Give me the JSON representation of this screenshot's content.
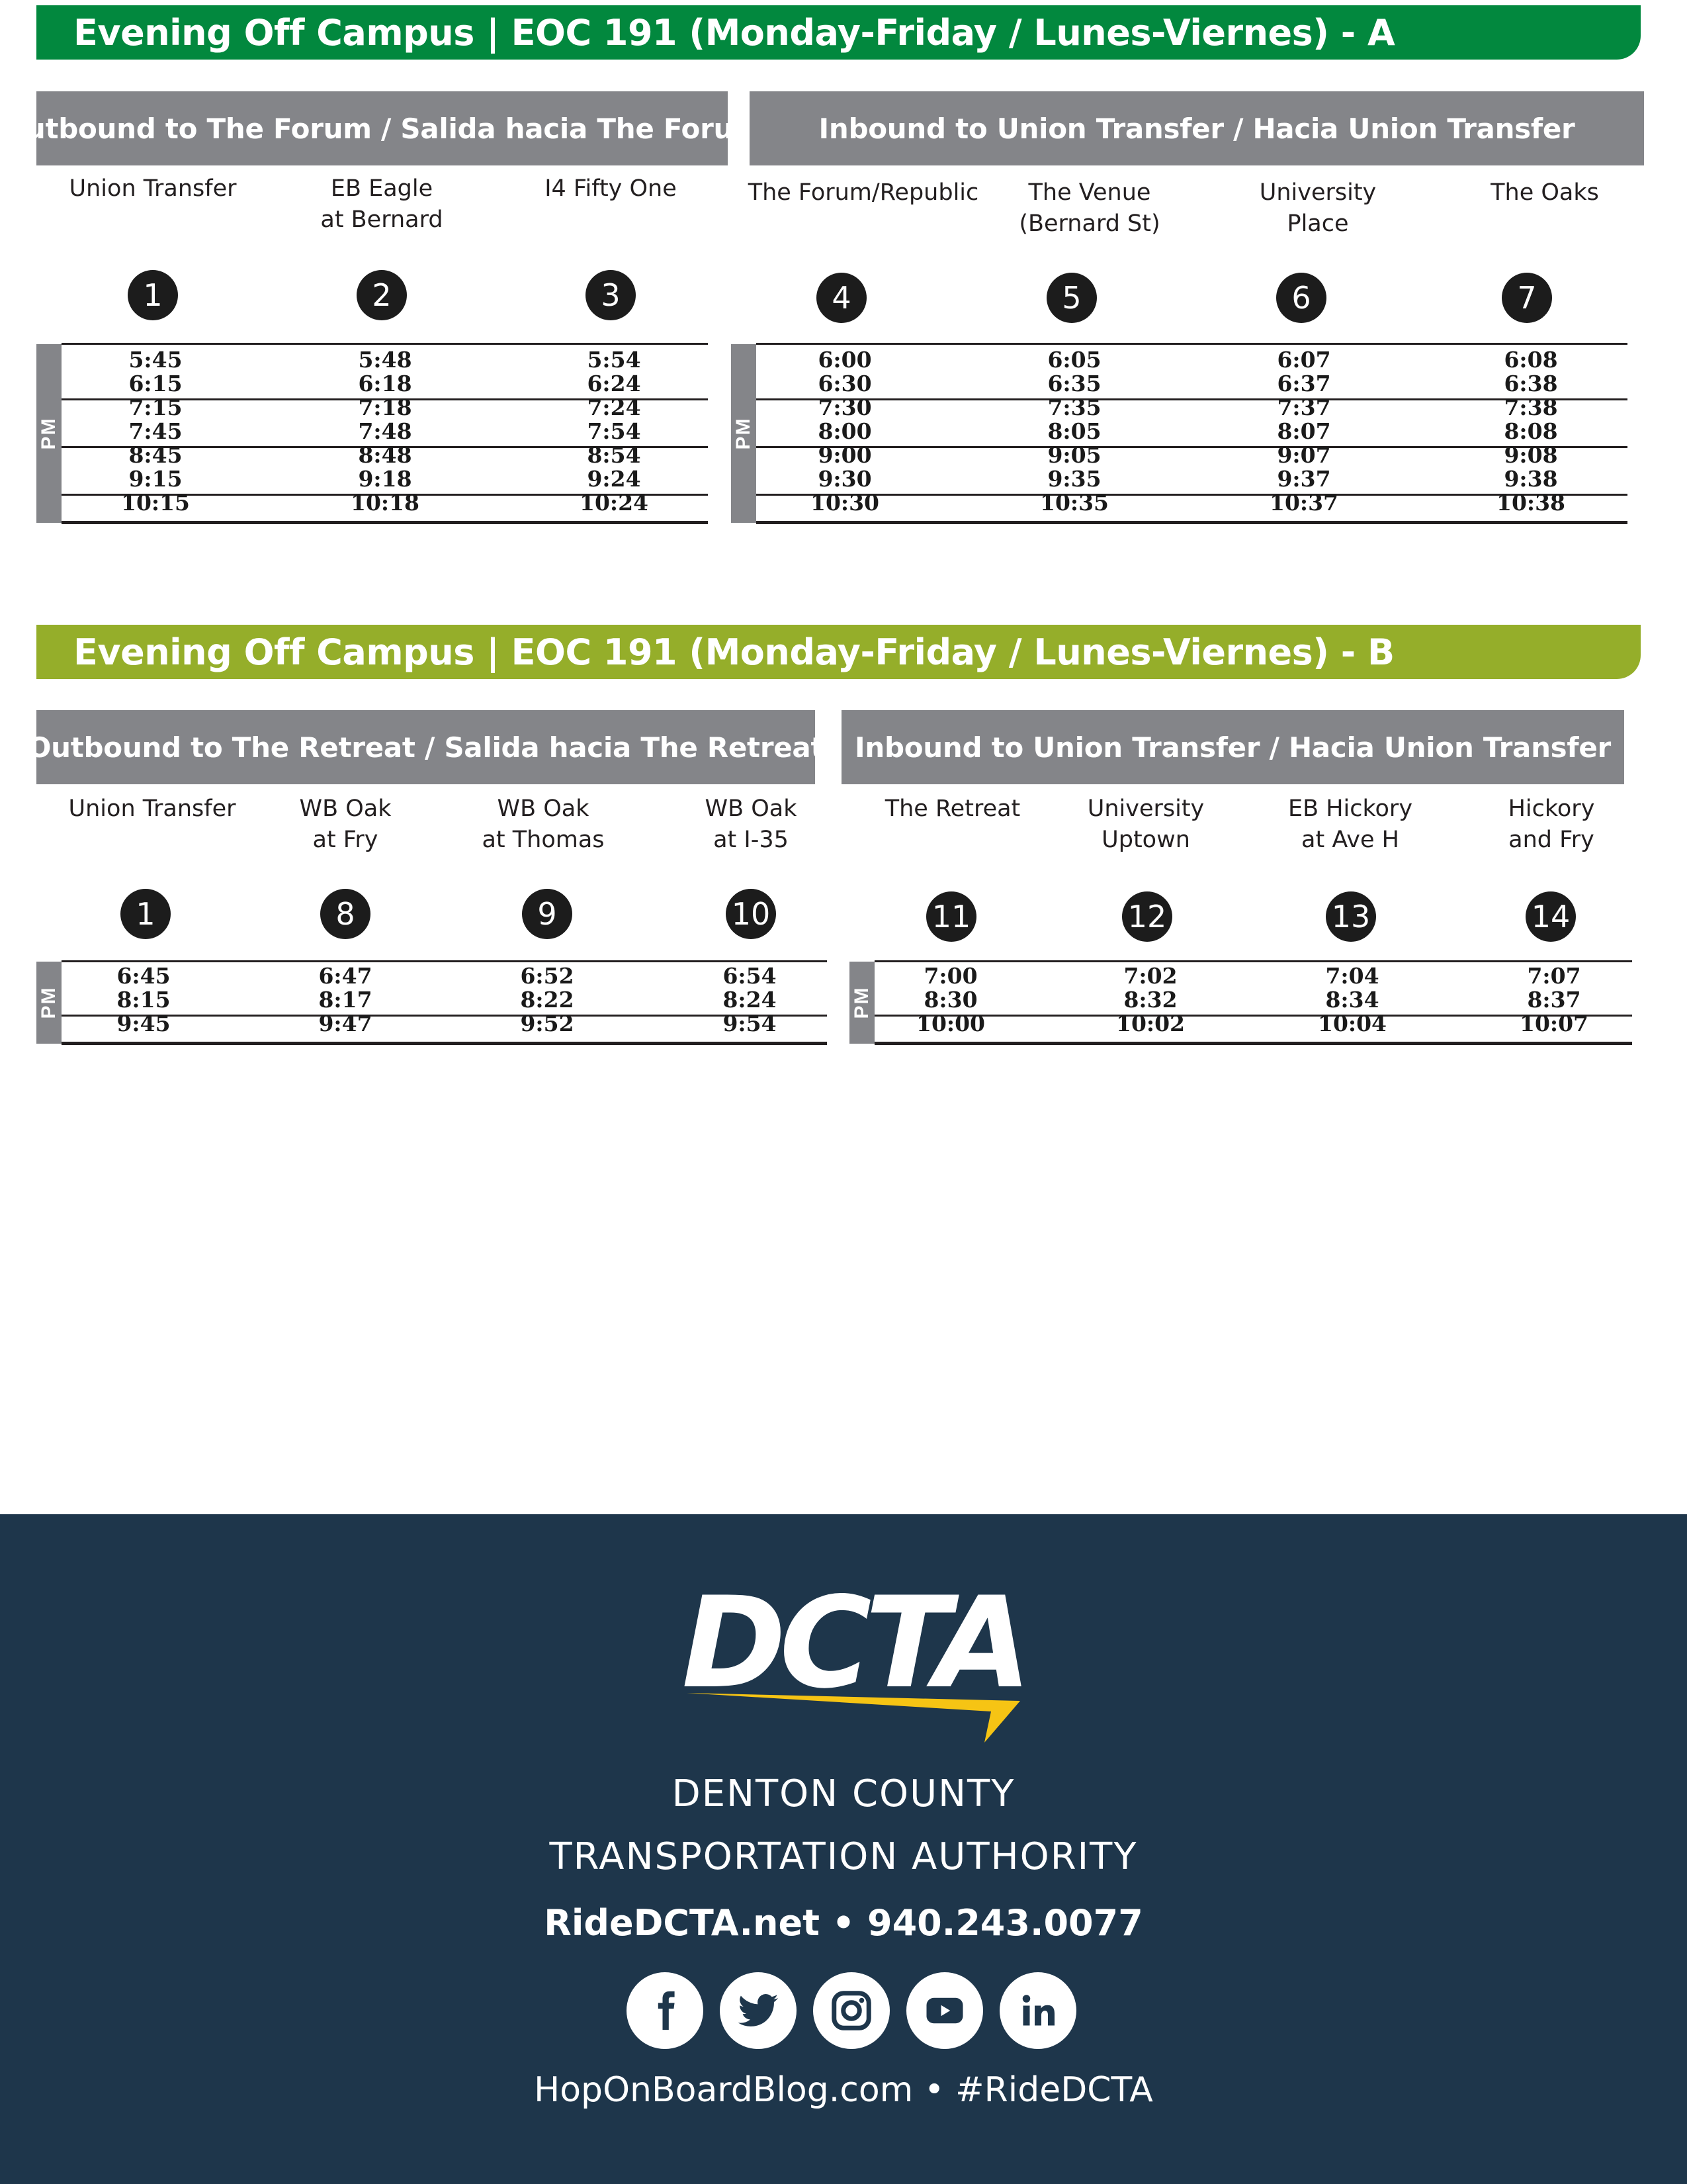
{
  "section_a": {
    "title": "Evening Off Campus | EOC 191 (Monday-Friday / Lunes-Viernes) - A",
    "outbound": {
      "header": "Outbound to The Forum  /  Salida hacia The Forum",
      "stops": [
        {
          "num": "1",
          "name": "Union Transfer"
        },
        {
          "num": "2",
          "name": "EB Eagle\nat Bernard"
        },
        {
          "num": "3",
          "name": "I4 Fifty One"
        }
      ],
      "period": "PM",
      "times": [
        [
          "5:45",
          "6:15",
          "7:15",
          "7:45",
          "8:45",
          "9:15",
          "10:15"
        ],
        [
          "5:48",
          "6:18",
          "7:18",
          "7:48",
          "8:48",
          "9:18",
          "10:18"
        ],
        [
          "5:54",
          "6:24",
          "7:24",
          "7:54",
          "8:54",
          "9:24",
          "10:24"
        ]
      ]
    },
    "inbound": {
      "header": "Inbound to Union Transfer / Hacia Union Transfer",
      "stops": [
        {
          "num": "4",
          "name": "The Forum/Republic"
        },
        {
          "num": "5",
          "name": "The Venue\n(Bernard St)"
        },
        {
          "num": "6",
          "name": "University\nPlace"
        },
        {
          "num": "7",
          "name": "The Oaks"
        }
      ],
      "period": "PM",
      "times": [
        [
          "6:00",
          "6:30",
          "7:30",
          "8:00",
          "9:00",
          "9:30",
          "10:30"
        ],
        [
          "6:05",
          "6:35",
          "7:35",
          "8:05",
          "9:05",
          "9:35",
          "10:35"
        ],
        [
          "6:07",
          "6:37",
          "7:37",
          "8:07",
          "9:07",
          "9:37",
          "10:37"
        ],
        [
          "6:08",
          "6:38",
          "7:38",
          "8:08",
          "9:08",
          "9:38",
          "10:38"
        ]
      ]
    }
  },
  "section_b": {
    "title": "Evening Off Campus | EOC 191 (Monday-Friday / Lunes-Viernes) - B",
    "outbound": {
      "header": "Outbound to The Retreat  /  Salida hacia The Retreat",
      "stops": [
        {
          "num": "1",
          "name": "Union Transfer"
        },
        {
          "num": "8",
          "name": "WB Oak\nat Fry"
        },
        {
          "num": "9",
          "name": "WB Oak\nat Thomas"
        },
        {
          "num": "10",
          "name": "WB Oak\nat I-35"
        }
      ],
      "period": "PM",
      "times": [
        [
          "6:45",
          "8:15",
          "9:45"
        ],
        [
          "6:47",
          "8:17",
          "9:47"
        ],
        [
          "6:52",
          "8:22",
          "9:52"
        ],
        [
          "6:54",
          "8:24",
          "9:54"
        ]
      ]
    },
    "inbound": {
      "header": "Inbound to Union Transfer / Hacia Union Transfer",
      "stops": [
        {
          "num": "11",
          "name": "The Retreat"
        },
        {
          "num": "12",
          "name": "University\nUptown"
        },
        {
          "num": "13",
          "name": "EB Hickory\nat Ave H"
        },
        {
          "num": "14",
          "name": "Hickory\nand Fry"
        }
      ],
      "period": "PM",
      "times": [
        [
          "7:00",
          "8:30",
          "10:00"
        ],
        [
          "7:02",
          "8:32",
          "10:02"
        ],
        [
          "7:04",
          "8:34",
          "10:04"
        ],
        [
          "7:07",
          "8:37",
          "10:07"
        ]
      ]
    }
  },
  "footer": {
    "logo_text": "DCTA",
    "org_line_1": "DENTON COUNTY",
    "org_line_2": "TRANSPORTATION AUTHORITY",
    "contact": "RideDCTA.net  •  940.243.0077",
    "blog": "HopOnBoardBlog.com  •  #RideDCTA",
    "social": [
      "facebook-icon",
      "twitter-icon",
      "instagram-icon",
      "youtube-icon",
      "linkedin-icon"
    ],
    "colors": {
      "background": "#1e364b",
      "accent": "#f6c414",
      "white": "#ffffff"
    }
  },
  "colors": {
    "banner_a": "#02883e",
    "banner_b": "#95ae2a",
    "panel_header": "#848589",
    "stop_circle": "#1c1c1c"
  }
}
